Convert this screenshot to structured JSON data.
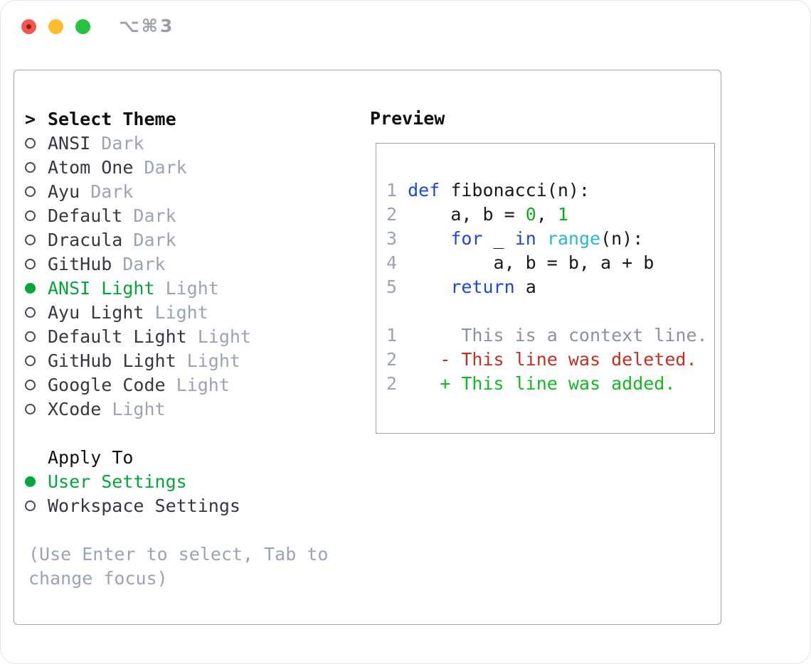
{
  "titlebar": {
    "shortcut": "⌥⌘3",
    "traffic_lights": {
      "close": "#f4564e",
      "minimize": "#fcbd2f",
      "zoom": "#27c23e"
    }
  },
  "theme_picker": {
    "prompt": ">",
    "title": "Select Theme",
    "themes": [
      {
        "name": "ANSI",
        "variant": "Dark",
        "selected": false
      },
      {
        "name": "Atom One",
        "variant": "Dark",
        "selected": false
      },
      {
        "name": "Ayu",
        "variant": "Dark",
        "selected": false
      },
      {
        "name": "Default",
        "variant": "Dark",
        "selected": false
      },
      {
        "name": "Dracula",
        "variant": "Dark",
        "selected": false
      },
      {
        "name": "GitHub",
        "variant": "Dark",
        "selected": false
      },
      {
        "name": "ANSI Light",
        "variant": "Light",
        "selected": true
      },
      {
        "name": "Ayu Light",
        "variant": "Light",
        "selected": false
      },
      {
        "name": "Default Light",
        "variant": "Light",
        "selected": false
      },
      {
        "name": "GitHub Light",
        "variant": "Light",
        "selected": false
      },
      {
        "name": "Google Code",
        "variant": "Light",
        "selected": false
      },
      {
        "name": "XCode",
        "variant": "Light",
        "selected": false
      }
    ],
    "apply_to": {
      "title": "Apply To",
      "options": [
        {
          "name": "User Settings",
          "selected": true
        },
        {
          "name": "Workspace Settings",
          "selected": false
        }
      ]
    },
    "help_lines": [
      "(Use Enter to select, Tab to",
      "change focus)"
    ]
  },
  "preview": {
    "title": "Preview",
    "code_lines": [
      {
        "number": "1",
        "segments": [
          {
            "text": "def",
            "color": "keyword"
          },
          {
            "text": " fibonacci(n):",
            "color": "default"
          }
        ]
      },
      {
        "number": "2",
        "segments": [
          {
            "text": "    a, b = ",
            "color": "default"
          },
          {
            "text": "0",
            "color": "number"
          },
          {
            "text": ", ",
            "color": "default"
          },
          {
            "text": "1",
            "color": "number"
          }
        ]
      },
      {
        "number": "3",
        "segments": [
          {
            "text": "    ",
            "color": "default"
          },
          {
            "text": "for",
            "color": "keyword"
          },
          {
            "text": " _ ",
            "color": "default"
          },
          {
            "text": "in",
            "color": "keyword"
          },
          {
            "text": " ",
            "color": "default"
          },
          {
            "text": "range",
            "color": "builtin"
          },
          {
            "text": "(n):",
            "color": "default"
          }
        ]
      },
      {
        "number": "4",
        "segments": [
          {
            "text": "        a, b = b, a + b",
            "color": "default"
          }
        ]
      },
      {
        "number": "5",
        "segments": [
          {
            "text": "    ",
            "color": "default"
          },
          {
            "text": "return",
            "color": "keyword"
          },
          {
            "text": " a",
            "color": "default"
          }
        ]
      },
      {
        "number": "",
        "segments": []
      },
      {
        "number": "1",
        "segments": [
          {
            "text": "     This is a context line.",
            "color": "context"
          }
        ]
      },
      {
        "number": "2",
        "segments": [
          {
            "text": "   ",
            "color": "default"
          },
          {
            "text": "- This line was deleted.",
            "color": "deleted"
          }
        ]
      },
      {
        "number": "2",
        "segments": [
          {
            "text": "   ",
            "color": "default"
          },
          {
            "text": "+ This line was added.",
            "color": "added"
          }
        ]
      }
    ]
  },
  "colors": {
    "keyword": "#1948df",
    "builtin": "#27b9ce",
    "number": "#0fae1f",
    "default": "#16191d",
    "context": "#8c939d",
    "deleted": "#c62e20",
    "added": "#0fbc1f",
    "line_number": "#9aa4b2",
    "selection_green": "#04a53c",
    "muted": "#9aa4b2",
    "item_text": "#34383f",
    "border": "#98a2ad"
  }
}
